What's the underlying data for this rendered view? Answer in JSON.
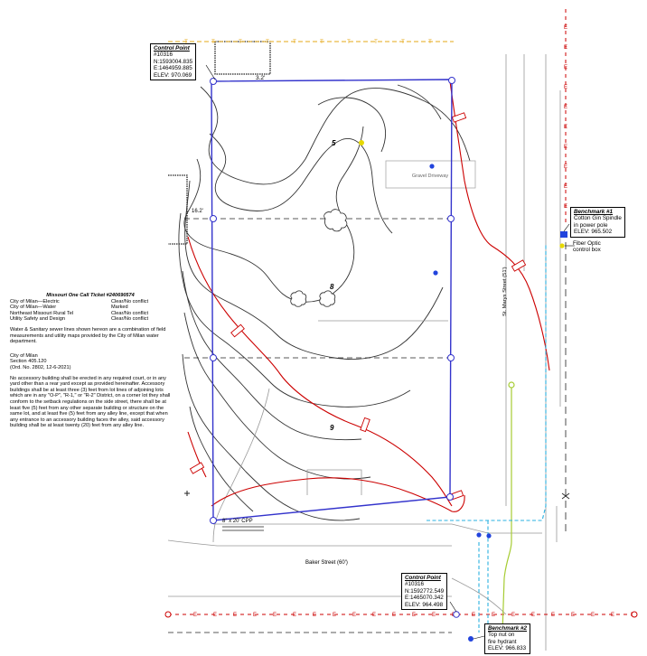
{
  "lots": [
    "5",
    "8",
    "9"
  ],
  "dimension_label": "3.2'",
  "dimension_label_left": "16.2'",
  "gravel_driveway": "Gravel Driveway",
  "street_east": "St. Marys Street (51')",
  "street_south": "Baker Street (60')",
  "culvert_label": "8\" x 20' CPP",
  "control_point_nw": {
    "title": "Control Point",
    "number": "#10316",
    "n": "N:1593004.835",
    "e": "E:1464959.885",
    "elev": "ELEV: 970.069"
  },
  "control_point_s": {
    "title": "Control Point",
    "number": "#10316",
    "n": "N:1592772.549",
    "e": "E:1465070.342",
    "elev": "ELEV: 964.498"
  },
  "benchmark_1": {
    "title": "Benchmark #1",
    "line1": "Cotton Gin Spindle",
    "line2": "in power pole",
    "elev": "ELEV: 965.502"
  },
  "benchmark_2": {
    "title": "Benchmark #2",
    "line1": "Top nut on",
    "line2": "fire hydrant",
    "elev": "ELEV: 966.833"
  },
  "fiber_optic": {
    "line1": "Fiber Optic",
    "line2": "control box"
  },
  "one_call": {
    "heading": "Missouri One Call Ticket #240690574",
    "rows": [
      {
        "utility": "City of Milan—Electric",
        "status": "Clear/No conflict"
      },
      {
        "utility": "City of Milan—Water",
        "status": "Marked"
      },
      {
        "utility": "Northeast Missouri Rural Tel",
        "status": "Clear/No conflict"
      },
      {
        "utility": "Utility Safety and Design",
        "status": "Clear/No conflict"
      }
    ]
  },
  "note_sewer": "Water & Sanitary sewer lines shown hereon are a combination of field measurements and utility maps provided by the City of Milan water department.",
  "ordinance": {
    "line1": "City of Milan",
    "line2": "Section 405.120",
    "line3": "(Ord. No. 2802, 12-6-2021)"
  },
  "ordinance_text": "No accessory building shall be erected in any required court, or in any yard other than a rear yard except as provided hereinafter. Accessory buildings shall be at least three (3) feet from lot lines of adjoining lots which are in any \"O-P\", \"R-1,\" or \"R-2\" District, on a corner lot they shall conform to the setback regulations on the side street, there shall be at least five (5) feet from any other separate building or structure on the same lot, and at least five (5) feet from any alley line, except that when any entrance to an accessory building faces the alley, said accessory building shall be at least twenty (20) feet from any alley line.",
  "line_markers": {
    "electric": "E",
    "telephone": "T"
  },
  "colors": {
    "boundary": "#3333cc",
    "contour": "#333333",
    "electric": "#cc0000",
    "telephone": "#e6a817",
    "water": "#2ab0e0",
    "gas": "#a6cc33",
    "sewer": "#444444"
  }
}
